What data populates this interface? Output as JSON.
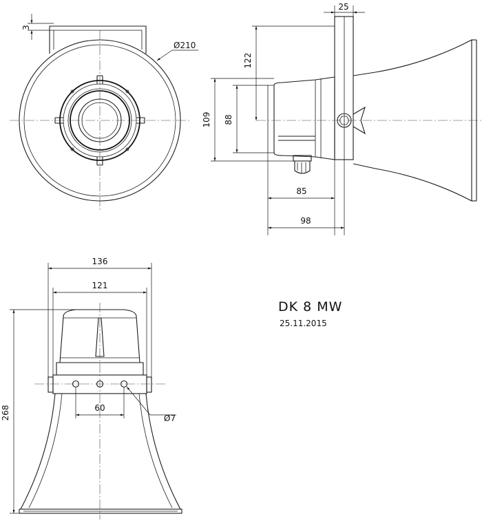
{
  "title": "DK 8 MW",
  "date": "25.11.2015",
  "dimensions": {
    "bracket_gap": "3",
    "diameter_210": "Ø210",
    "bracket_width": "25",
    "h122": "122",
    "h109": "109",
    "h88": "88",
    "d85": "85",
    "d98": "98",
    "w136": "136",
    "w121": "121",
    "hole_spacing": "60",
    "hole_diameter": "Ø7",
    "height_268": "268"
  }
}
